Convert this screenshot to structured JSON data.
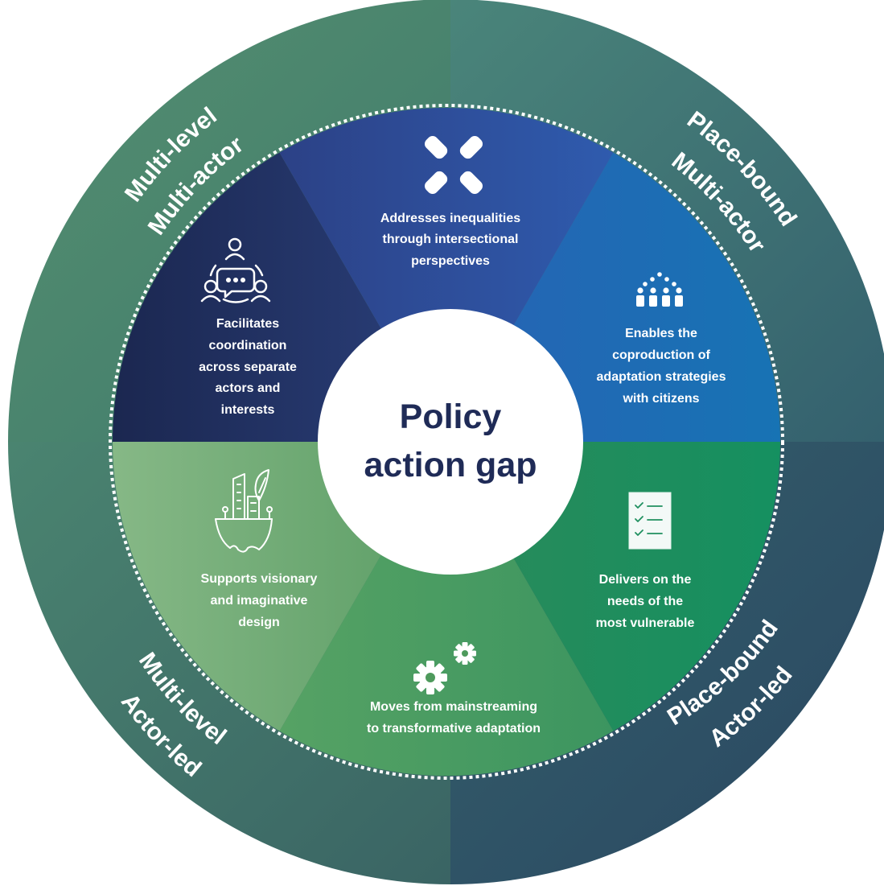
{
  "center": {
    "line1": "Policy",
    "line2": "action gap"
  },
  "quadrants": {
    "top_left": {
      "line1": "Multi-level",
      "line2": "Multi-actor"
    },
    "top_right": {
      "line1": "Place-bound",
      "line2": "Multi-actor"
    },
    "bottom_left": {
      "line1": "Multi-level",
      "line2": "Actor-led"
    },
    "bottom_right": {
      "line1": "Place-bound",
      "line2": "Actor-led"
    }
  },
  "segments": {
    "coordination": {
      "icon": "people-dialogue-icon",
      "lines": [
        "Facilitates",
        "coordination",
        "across separate",
        "actors and",
        "interests"
      ]
    },
    "inequalities": {
      "icon": "joined-hands-icon",
      "lines": [
        "Addresses inequalities",
        "through intersectional",
        "perspectives"
      ]
    },
    "coproduction": {
      "icon": "crowd-icon",
      "lines": [
        "Enables the",
        "coproduction of",
        "adaptation strategies",
        "with citizens"
      ]
    },
    "vulnerable": {
      "icon": "checklist-icon",
      "lines": [
        "Delivers on the",
        "needs of the",
        "most vulnerable"
      ]
    },
    "transformative": {
      "icon": "gears-icon",
      "lines": [
        "Moves from mainstreaming",
        "to transformative adaptation"
      ]
    },
    "visionary": {
      "icon": "green-city-icon",
      "lines": [
        "Supports visionary",
        "and imaginative",
        "design"
      ]
    }
  },
  "colors": {
    "outer_ring_top_left": "#4d8a6e",
    "outer_ring_top_right": "#3c6e78",
    "outer_ring_bottom_left": "#3f7468",
    "outer_ring_bottom_right": "#2e4f68",
    "coordination": "#1e2d58",
    "inequalities": "#2f4e9a",
    "coproduction": "#1f6db2",
    "vulnerable": "#209060",
    "transformative": "#4e9a5c",
    "visionary": "#78ae7c",
    "center_text": "#1f2b57"
  }
}
